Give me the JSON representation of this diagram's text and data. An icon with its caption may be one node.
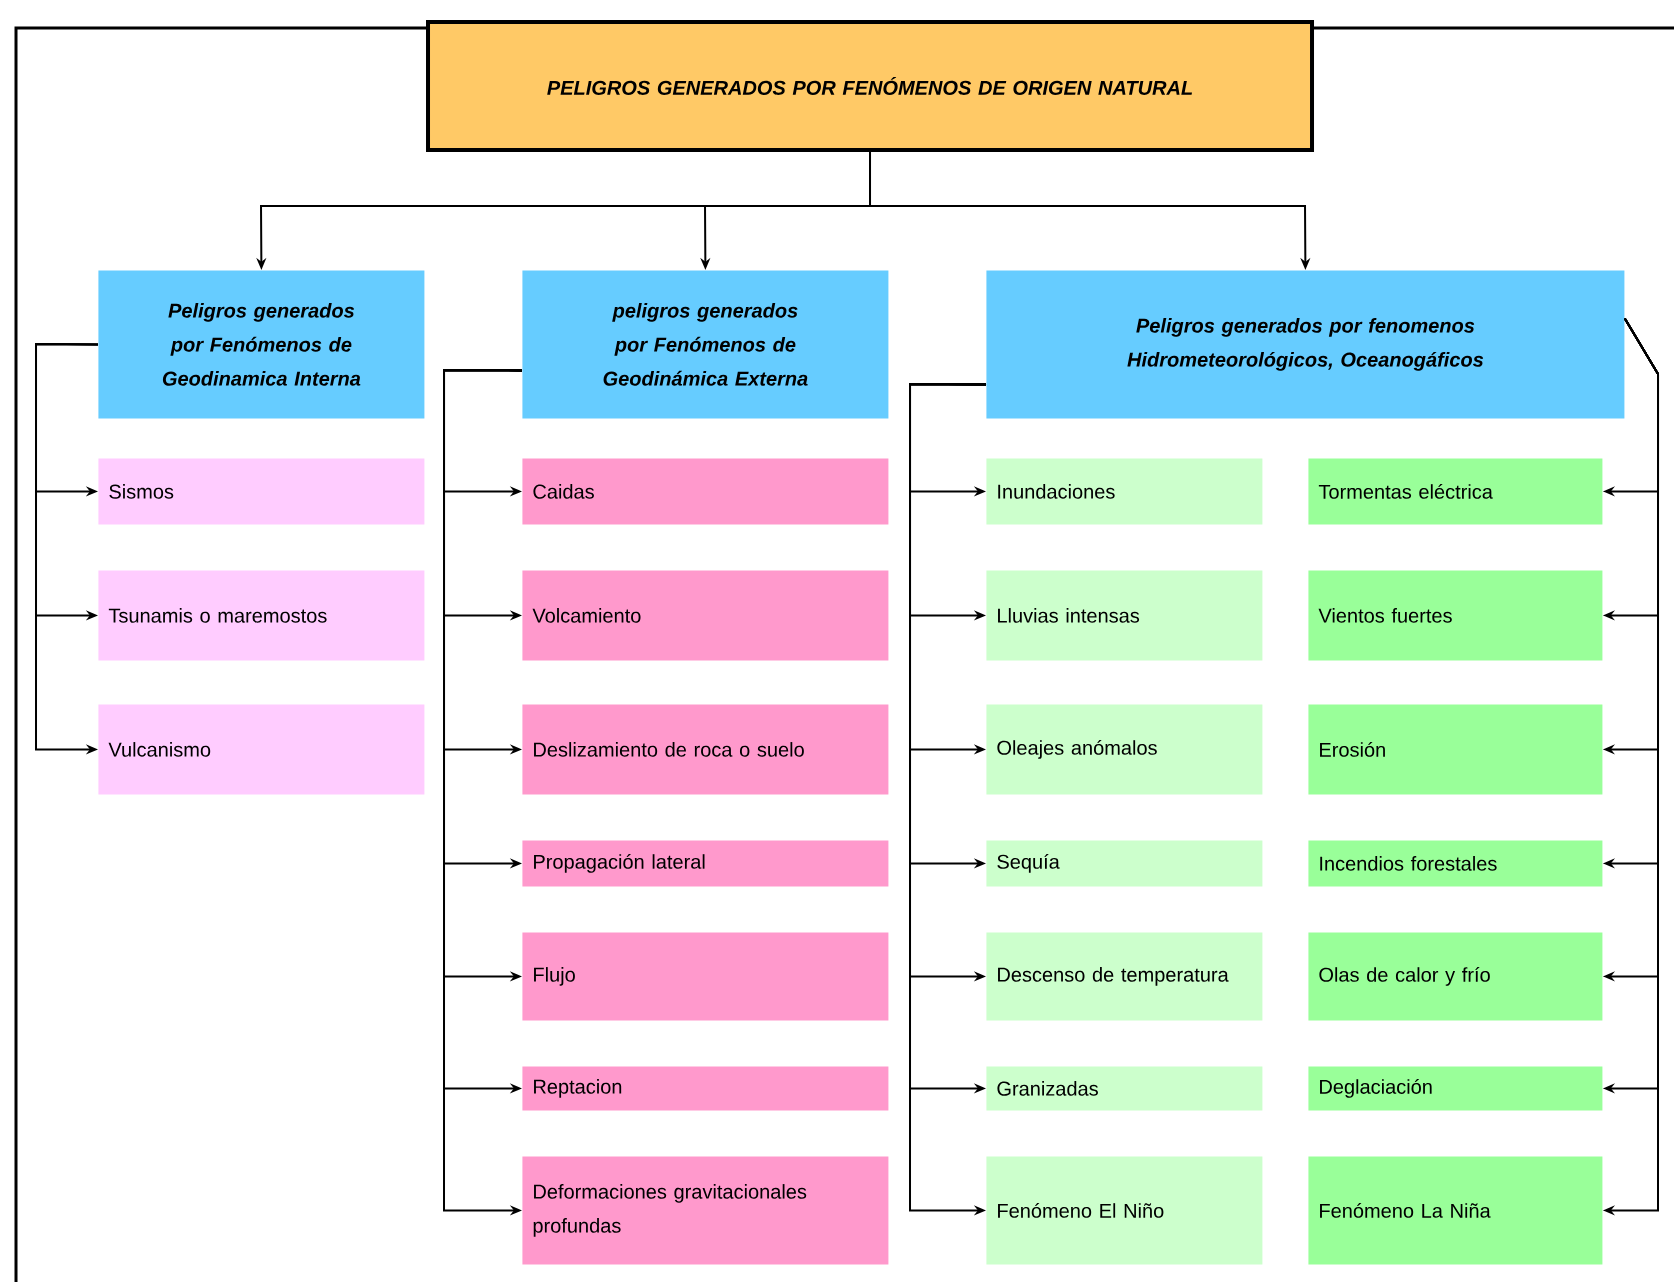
{
  "diagram": {
    "nodes": [
      {
        "text": [
          "PELIGROS GENERADOS POR FENÓMENOS DE ORIGEN NATURAL"
        ]
      },
      {
        "text": [
          "Peligros generados por Fenómenos de Geodinamica Interna"
        ]
      },
      {
        "text": [
          "peligros generados por Fenómenos de Geodinámica Externa"
        ]
      },
      {
        "text": [
          "Peligros generados por fenomenos Hidrometeorológicos, Oceanogáficos"
        ]
      },
      {
        "text": [
          "Sismos"
        ]
      },
      {
        "text": [
          "Tsunamis o maremostos"
        ]
      },
      {
        "text": [
          "Vulcanismo"
        ]
      },
      {
        "text": [
          "Caidas"
        ]
      },
      {
        "text": [
          "Volcamiento"
        ]
      },
      {
        "text": [
          "Deslizamiento de roca o suelo"
        ]
      },
      {
        "text": [
          "Propagación lateral"
        ]
      },
      {
        "text": [
          "Flujo"
        ]
      },
      {
        "text": [
          "Reptacion"
        ]
      },
      {
        "text": [
          "Deformaciones gravitacionales profundas"
        ]
      },
      {
        "text": [
          "Inundaciones"
        ]
      },
      {
        "text": [
          "Lluvias intensas"
        ]
      },
      {
        "text": [
          "Oleajes anómalos"
        ]
      },
      {
        "text": [
          "Sequía"
        ]
      },
      {
        "text": [
          "Descenso de temperatura"
        ]
      },
      {
        "text": [
          "Granizadas"
        ]
      },
      {
        "text": [
          "Fenómeno El Niño"
        ]
      },
      {
        "text": [
          "Tormentas eléctrica"
        ]
      },
      {
        "text": [
          "Vientos fuertes"
        ]
      },
      {
        "text": [
          "Erosión"
        ]
      },
      {
        "text": [
          "Incendios forestales"
        ]
      },
      {
        "text": [
          "Olas de calor y frío"
        ]
      },
      {
        "text": [
          "Deglaciación"
        ]
      },
      {
        "text": [
          "Fenómeno La Niña"
        ]
      }
    ],
    "edges": [
      {
        "from": 0,
        "to": 1,
        "arrow": "to"
      },
      {
        "from": 0,
        "to": 2,
        "arrow": "to"
      },
      {
        "from": 0,
        "to": 3,
        "arrow": "to"
      },
      {
        "from": 1,
        "to": 4,
        "arrow": "to"
      },
      {
        "from": 1,
        "to": 5,
        "arrow": "to"
      },
      {
        "from": 1,
        "to": 6,
        "arrow": "to"
      },
      {
        "from": 2,
        "to": 7,
        "arrow": "to"
      },
      {
        "from": 2,
        "to": 8,
        "arrow": "to"
      },
      {
        "from": 2,
        "to": 9,
        "arrow": "to"
      },
      {
        "from": 2,
        "to": 10,
        "arrow": "to"
      },
      {
        "from": 2,
        "to": 11,
        "arrow": "to"
      },
      {
        "from": 2,
        "to": 12,
        "arrow": "to"
      },
      {
        "from": 2,
        "to": 13,
        "arrow": "to"
      },
      {
        "from": 3,
        "to": 14,
        "arrow": "to"
      },
      {
        "from": 3,
        "to": 15,
        "arrow": "to"
      },
      {
        "from": 3,
        "to": 16,
        "arrow": "to"
      },
      {
        "from": 3,
        "to": 17,
        "arrow": "to"
      },
      {
        "from": 3,
        "to": 18,
        "arrow": "to"
      },
      {
        "from": 3,
        "to": 19,
        "arrow": "to"
      },
      {
        "from": 3,
        "to": 20,
        "arrow": "to"
      },
      {
        "from": 3,
        "to": 21,
        "arrow": "to"
      },
      {
        "from": 3,
        "to": 22,
        "arrow": "to"
      },
      {
        "from": 3,
        "to": 23,
        "arrow": "to"
      },
      {
        "from": 3,
        "to": 24,
        "arrow": "to"
      },
      {
        "from": 3,
        "to": 25,
        "arrow": "to"
      },
      {
        "from": 3,
        "to": 26,
        "arrow": "to"
      },
      {
        "from": 3,
        "to": 27,
        "arrow": "to"
      }
    ]
  }
}
